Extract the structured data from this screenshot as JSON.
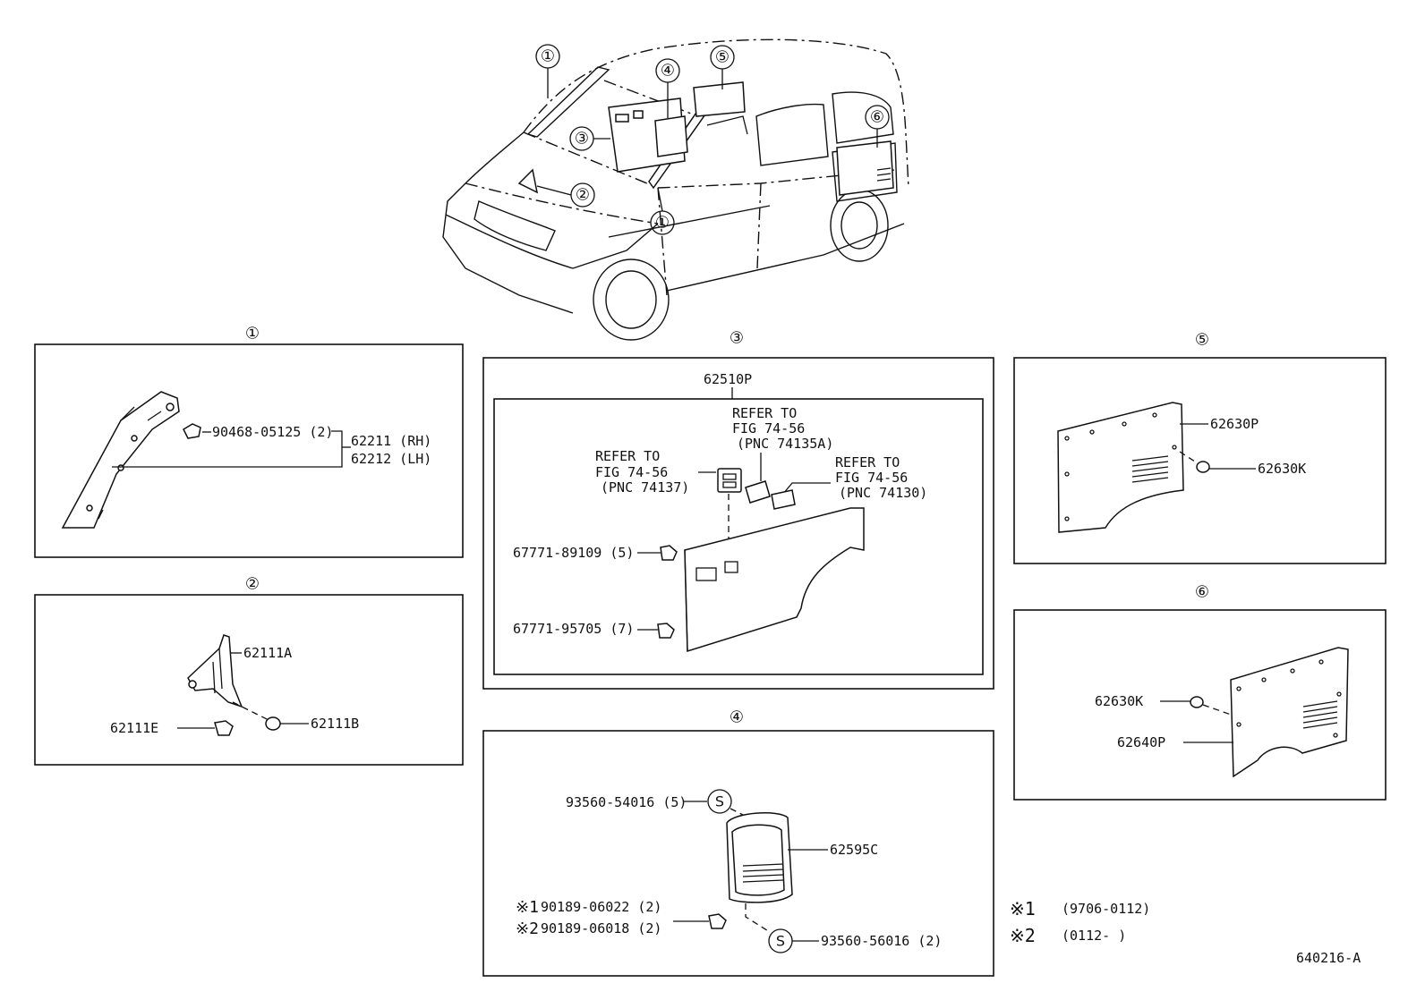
{
  "callouts": {
    "c1": "①",
    "c2": "②",
    "c3": "③",
    "c4": "④",
    "c5": "⑤",
    "c6": "⑥"
  },
  "panel1": {
    "bolt": "90468-05125 (2)",
    "rh": "62211 (RH)",
    "lh": "62212 (LH)"
  },
  "panel2": {
    "a": "62111A",
    "b": "62111B",
    "e": "62111E"
  },
  "panel3": {
    "main": "62510P",
    "ref1_l1": "REFER TO",
    "ref1_l2": "FIG 74-56",
    "ref1_l3": "(PNC 74135A)",
    "ref2_l1": "REFER TO",
    "ref2_l2": "FIG 74-56",
    "ref2_l3": "(PNC 74137)",
    "ref3_l1": "REFER TO",
    "ref3_l2": "FIG 74-56",
    "ref3_l3": "(PNC 74130)",
    "clip1": "67771-89109 (5)",
    "clip2": "67771-95705 (7)"
  },
  "panel4": {
    "screw_top": "93560-54016 (5)",
    "cover": "62595C",
    "mark1": "※1",
    "mark2": "※2",
    "bolt1": "90189-06022 (2)",
    "bolt2": "90189-06018 (2)",
    "screw_bot": "93560-56016 (2)",
    "s_symbol": "S"
  },
  "panel5": {
    "panel": "62630P",
    "clip": "62630K"
  },
  "panel6": {
    "clip": "62630K",
    "panel": "62640P"
  },
  "notes": {
    "n1_mark": "※1",
    "n1_text": "(9706-0112)",
    "n2_mark": "※2",
    "n2_text": "(0112-      )"
  },
  "figure_id": "640216-A"
}
